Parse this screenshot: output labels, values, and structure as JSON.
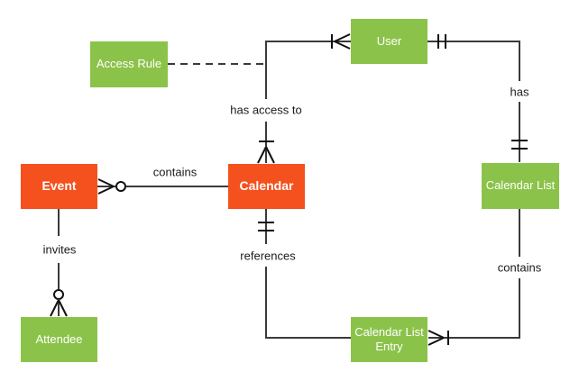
{
  "diagram": {
    "type": "entity-relationship",
    "entities": [
      {
        "id": "access-rule",
        "label": "Access Rule",
        "color": "green"
      },
      {
        "id": "user",
        "label": "User",
        "color": "green"
      },
      {
        "id": "event",
        "label": "Event",
        "color": "orange"
      },
      {
        "id": "calendar",
        "label": "Calendar",
        "color": "orange"
      },
      {
        "id": "calendar-list",
        "label": "Calendar List",
        "color": "green"
      },
      {
        "id": "attendee",
        "label": "Attendee",
        "color": "green"
      },
      {
        "id": "calendar-list-entry",
        "label": "Calendar List Entry",
        "color": "green"
      }
    ],
    "relationships": [
      {
        "label": "has access to",
        "a": "calendar",
        "b": "user",
        "a_cardinality": "one-or-many",
        "b_cardinality": "one-or-many",
        "line": "solid"
      },
      {
        "label": "has",
        "a": "user",
        "b": "calendar-list",
        "a_cardinality": "exactly-one",
        "b_cardinality": "exactly-one",
        "line": "solid"
      },
      {
        "label": "contains",
        "a": "event",
        "b": "calendar",
        "a_cardinality": "zero-or-many",
        "b_cardinality": "none",
        "line": "solid"
      },
      {
        "label": "invites",
        "a": "event",
        "b": "attendee",
        "a_cardinality": "none",
        "b_cardinality": "zero-or-many",
        "line": "solid"
      },
      {
        "label": "references",
        "a": "calendar",
        "b": "calendar-list-entry",
        "a_cardinality": "exactly-one",
        "b_cardinality": "none",
        "line": "solid"
      },
      {
        "label": "contains",
        "a": "calendar-list",
        "b": "calendar-list-entry",
        "a_cardinality": "none",
        "b_cardinality": "one-or-many",
        "line": "solid"
      },
      {
        "label": "",
        "a": "access-rule",
        "b": "has-access-to-link",
        "a_cardinality": "none",
        "b_cardinality": "none",
        "line": "dashed"
      }
    ],
    "colors": {
      "entity_green": "#8BC34A",
      "entity_orange": "#F4511E",
      "entity_text": "#ffffff",
      "line": "#3a3a3a",
      "marker": "#111111",
      "label_text": "#1a1a1a"
    }
  }
}
